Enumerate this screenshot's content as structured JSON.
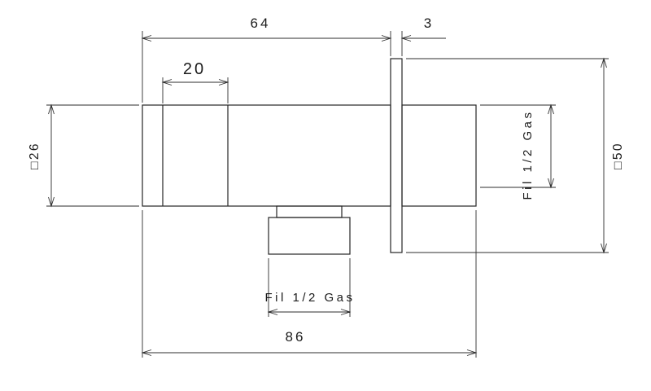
{
  "drawing_type": "technical-dimension-drawing",
  "colors": {
    "line": "#262626",
    "background": "#ffffff"
  },
  "dimensions": {
    "front_length": "64",
    "plate_thickness": "3",
    "handle_section": "20",
    "body_square": "□26",
    "plate_square": "□50",
    "total_length": "86",
    "inlet_thread": "Fil 1/2 Gas",
    "outlet_thread": "Fil 1/2 Gas"
  }
}
